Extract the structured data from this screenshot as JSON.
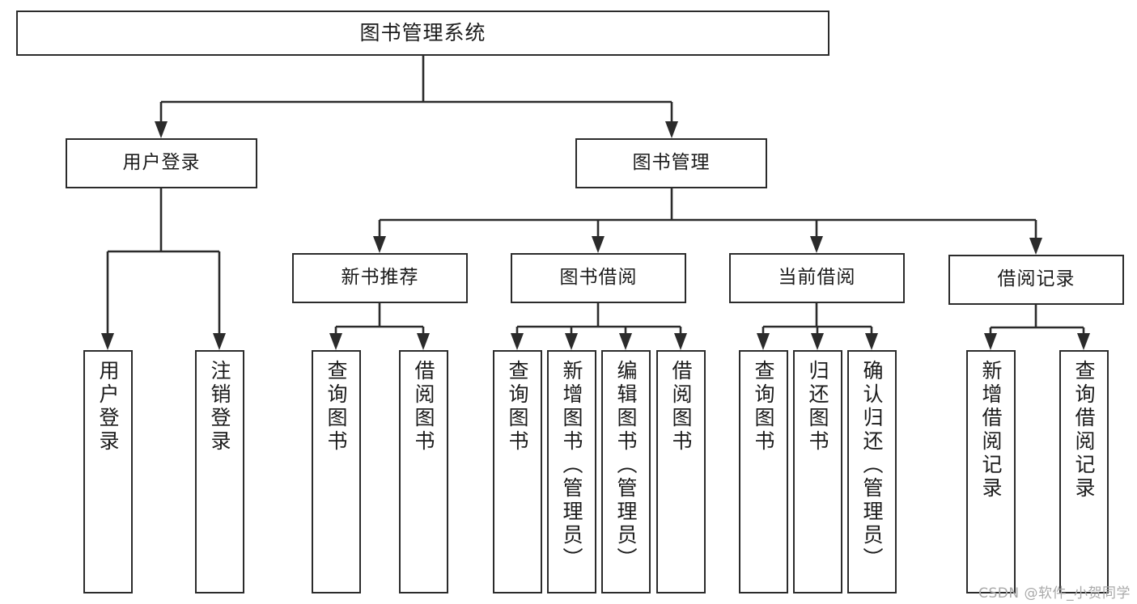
{
  "diagram": {
    "type": "tree-hierarchy",
    "title": "图书管理系统",
    "watermark": "CSDN @软件_小贺同学",
    "colors": {
      "stroke": "#2b2b2b",
      "box_fill": "#ffffff",
      "text": "#1b1b1b",
      "watermark": "#a9a9a9",
      "background": "#ffffff"
    },
    "root": {
      "label": "图书管理系统"
    },
    "level2": [
      {
        "id": "user-login",
        "label": "用户登录"
      },
      {
        "id": "book-manage",
        "label": "图书管理"
      }
    ],
    "level3": [
      {
        "id": "new-book-rec",
        "label": "新书推荐",
        "parent": "book-manage"
      },
      {
        "id": "book-borrow",
        "label": "图书借阅",
        "parent": "book-manage"
      },
      {
        "id": "current-borrow",
        "label": "当前借阅",
        "parent": "book-manage"
      },
      {
        "id": "borrow-record",
        "label": "借阅记录",
        "parent": "book-manage"
      }
    ],
    "leaves": {
      "user_login": [
        {
          "id": "leaf-user-login",
          "label": "用户登录"
        },
        {
          "id": "leaf-user-logout",
          "label": "注销登录"
        }
      ],
      "new_book_rec": [
        {
          "id": "leaf-query-book-1",
          "label": "查询图书"
        },
        {
          "id": "leaf-borrow-book-1",
          "label": "借阅图书"
        }
      ],
      "book_borrow": [
        {
          "id": "leaf-query-book-2",
          "label": "查询图书"
        },
        {
          "id": "leaf-add-book",
          "label": "新增图书（管理员）"
        },
        {
          "id": "leaf-edit-book",
          "label": "编辑图书（管理员）"
        },
        {
          "id": "leaf-borrow-book-2",
          "label": "借阅图书"
        }
      ],
      "current_borrow": [
        {
          "id": "leaf-query-book-3",
          "label": "查询图书"
        },
        {
          "id": "leaf-return-book",
          "label": "归还图书"
        },
        {
          "id": "leaf-confirm-return",
          "label": "确认归还（管理员）"
        }
      ],
      "borrow_record": [
        {
          "id": "leaf-add-record",
          "label": "新增借阅记录"
        },
        {
          "id": "leaf-query-record",
          "label": "查询借阅记录"
        }
      ]
    }
  }
}
